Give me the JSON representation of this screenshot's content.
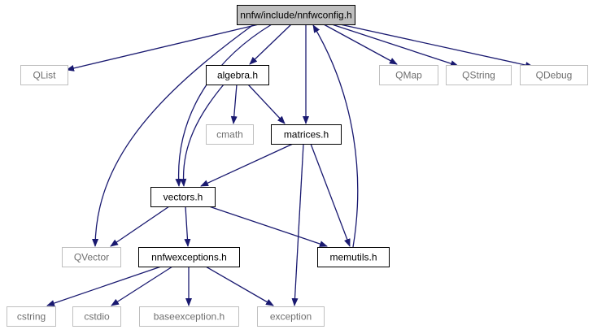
{
  "colors": {
    "edge": "#191970",
    "node_border": "#000000",
    "external_border": "#bfbfbf",
    "focus_fill": "#bfbfbf",
    "text_dark": "#000000",
    "text_light": "#6f6f6f"
  },
  "nodes": {
    "nnfwconfig": {
      "label": "nnfw/include/nnfwconfig.h",
      "kind": "focus"
    },
    "qlist": {
      "label": "QList",
      "kind": "external"
    },
    "algebra": {
      "label": "algebra.h",
      "kind": "project"
    },
    "qmap": {
      "label": "QMap",
      "kind": "external"
    },
    "qstring": {
      "label": "QString",
      "kind": "external"
    },
    "qdebug": {
      "label": "QDebug",
      "kind": "external"
    },
    "cmath": {
      "label": "cmath",
      "kind": "external"
    },
    "matrices": {
      "label": "matrices.h",
      "kind": "project"
    },
    "vectors": {
      "label": "vectors.h",
      "kind": "project"
    },
    "qvector": {
      "label": "QVector",
      "kind": "external"
    },
    "nnfwexceptions": {
      "label": "nnfwexceptions.h",
      "kind": "project"
    },
    "memutils": {
      "label": "memutils.h",
      "kind": "project"
    },
    "cstring": {
      "label": "cstring",
      "kind": "external"
    },
    "cstdio": {
      "label": "cstdio",
      "kind": "external"
    },
    "baseexception": {
      "label": "baseexception.h",
      "kind": "external"
    },
    "exception": {
      "label": "exception",
      "kind": "external"
    }
  },
  "edges": [
    {
      "from": "nnfwconfig",
      "to": "qlist"
    },
    {
      "from": "nnfwconfig",
      "to": "algebra"
    },
    {
      "from": "nnfwconfig",
      "to": "matrices"
    },
    {
      "from": "nnfwconfig",
      "to": "vectors"
    },
    {
      "from": "nnfwconfig",
      "to": "qvector"
    },
    {
      "from": "nnfwconfig",
      "to": "qmap"
    },
    {
      "from": "nnfwconfig",
      "to": "qstring"
    },
    {
      "from": "nnfwconfig",
      "to": "qdebug"
    },
    {
      "from": "algebra",
      "to": "cmath"
    },
    {
      "from": "algebra",
      "to": "matrices"
    },
    {
      "from": "algebra",
      "to": "vectors"
    },
    {
      "from": "matrices",
      "to": "vectors"
    },
    {
      "from": "matrices",
      "to": "memutils"
    },
    {
      "from": "matrices",
      "to": "exception"
    },
    {
      "from": "vectors",
      "to": "qvector"
    },
    {
      "from": "vectors",
      "to": "nnfwexceptions"
    },
    {
      "from": "vectors",
      "to": "memutils"
    },
    {
      "from": "memutils",
      "to": "nnfwconfig"
    },
    {
      "from": "nnfwexceptions",
      "to": "cstring"
    },
    {
      "from": "nnfwexceptions",
      "to": "cstdio"
    },
    {
      "from": "nnfwexceptions",
      "to": "baseexception"
    },
    {
      "from": "nnfwexceptions",
      "to": "exception"
    }
  ]
}
